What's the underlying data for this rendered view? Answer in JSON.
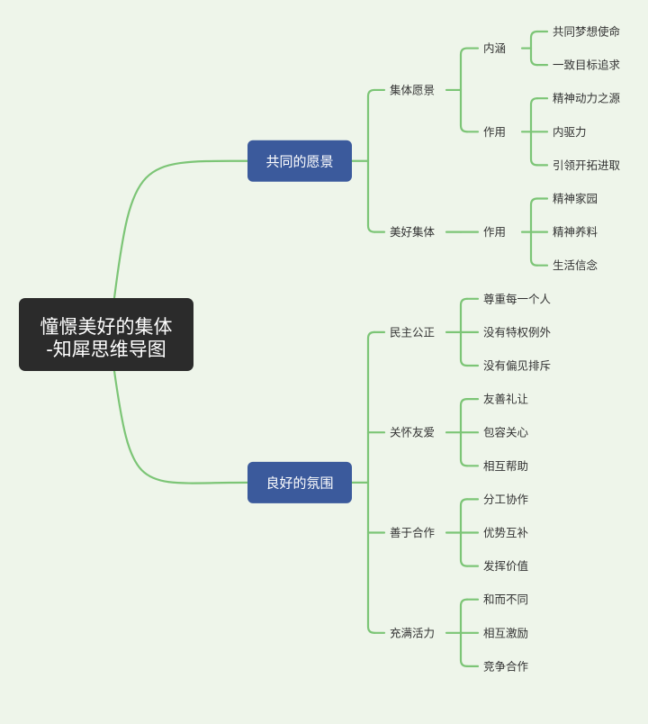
{
  "colors": {
    "background": "#eef5ea",
    "root_fill": "#2b2b2b",
    "branch_fill": "#3b5a9c",
    "edge": "#7cc576",
    "leaf_text": "#333333"
  },
  "root": {
    "line1": "憧憬美好的集体",
    "line2": "-知犀思维导图"
  },
  "branches": [
    {
      "label": "共同的愿景",
      "children": [
        {
          "label": "集体愿景",
          "children": [
            {
              "label": "内涵",
              "children": [
                {
                  "label": "共同梦想使命"
                },
                {
                  "label": "一致目标追求"
                }
              ]
            },
            {
              "label": "作用",
              "children": [
                {
                  "label": "精神动力之源"
                },
                {
                  "label": "内驱力"
                },
                {
                  "label": "引领开拓进取"
                }
              ]
            }
          ]
        },
        {
          "label": "美好集体",
          "children": [
            {
              "label": "作用",
              "children": [
                {
                  "label": "精神家园"
                },
                {
                  "label": "精神养料"
                },
                {
                  "label": "生活信念"
                }
              ]
            }
          ]
        }
      ]
    },
    {
      "label": "良好的氛围",
      "children": [
        {
          "label": "民主公正",
          "children": [
            {
              "label": "尊重每一个人"
            },
            {
              "label": "没有特权例外"
            },
            {
              "label": "没有偏见排斥"
            }
          ]
        },
        {
          "label": "关怀友爱",
          "children": [
            {
              "label": "友善礼让"
            },
            {
              "label": "包容关心"
            },
            {
              "label": "相互帮助"
            }
          ]
        },
        {
          "label": "善于合作",
          "children": [
            {
              "label": "分工协作"
            },
            {
              "label": "优势互补"
            },
            {
              "label": "发挥价值"
            }
          ]
        },
        {
          "label": "充满活力",
          "children": [
            {
              "label": "和而不同"
            },
            {
              "label": "相互激励"
            },
            {
              "label": "竞争合作"
            }
          ]
        }
      ]
    }
  ]
}
